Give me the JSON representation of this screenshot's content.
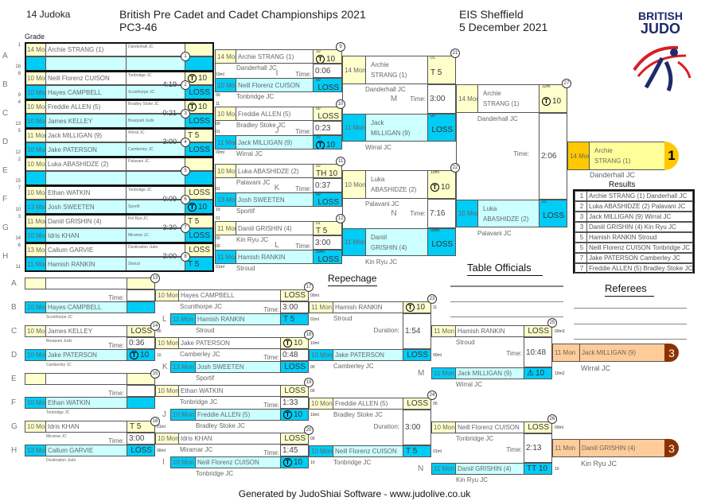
{
  "header": {
    "count": "14 Judoka",
    "title": "British Pre Cadet and Cadet Championships 2021",
    "category": "PC3-46",
    "venue": "EIS Sheffield",
    "date": "5 December 2021",
    "grade_label": "Grade",
    "logo_text": [
      "BRITISH",
      "JUDO"
    ]
  },
  "colors": {
    "yellow": "#ffffcc",
    "cyan": "#00ccf5",
    "light_cyan": "#ccffff",
    "gold": "#ffc800",
    "bronze": "#ffcc99",
    "bronze_cap": "#8b3000"
  },
  "main": {
    "matches": [
      {
        "number": "1",
        "letter": "A",
        "time": "",
        "top": {
          "seed": "1",
          "grade": "14 Mon",
          "name": "Archie STRANG (1)",
          "club": "Danderhall JC",
          "score": "",
          "icon": ""
        },
        "bottom": {
          "seed": "1b",
          "grade": "",
          "name": "",
          "club": "",
          "score": "",
          "icon": ""
        }
      },
      {
        "number": "2",
        "letter": "B",
        "time": "4:19",
        "top": {
          "seed": "8",
          "grade": "10 Mon",
          "name": "Neill Florenz CUISON",
          "club": "Tonbridge JC",
          "score": "10",
          "icon": "ippon"
        },
        "bottom": {
          "seed": "9",
          "grade": "10 Mon",
          "name": "Hayes CAMPBELL",
          "club": "Scunthorpe JC",
          "score": "LOSS",
          "icon": ""
        }
      },
      {
        "number": "3",
        "letter": "C",
        "time": "0:21",
        "top": {
          "seed": "4",
          "grade": "10 Mon",
          "name": "Freddie ALLEN (5)",
          "club": "Bradley Stoke JC",
          "score": "10",
          "icon": "ippon"
        },
        "bottom": {
          "seed": "13",
          "grade": "10 Mon",
          "name": "James KELLEY",
          "club": "Bearpark Judo",
          "score": "LOSS",
          "icon": ""
        }
      },
      {
        "number": "4",
        "letter": "D",
        "time": "3:00",
        "top": {
          "seed": "5",
          "grade": "11 Mon",
          "name": "Jack MILLIGAN (9)",
          "club": "Wirral JC",
          "score": "T 5",
          "icon": ""
        },
        "bottom": {
          "seed": "12",
          "grade": "10 Mon",
          "name": "Jake PATERSON",
          "club": "Camberley JC",
          "score": "LOSS",
          "icon": ""
        }
      },
      {
        "number": "5",
        "letter": "E",
        "time": "",
        "top": {
          "seed": "2",
          "grade": "10 Mon",
          "name": "Luka ABASHIDZE (2)",
          "club": "Palavani JC",
          "score": "",
          "icon": ""
        },
        "bottom": {
          "seed": "15",
          "grade": "",
          "name": "",
          "club": "",
          "score": "",
          "icon": ""
        }
      },
      {
        "number": "6",
        "letter": "F",
        "time": "0:09",
        "top": {
          "seed": "7",
          "grade": "10 Mon",
          "name": "Ethan WATKIN",
          "club": "Tonbridge JC",
          "score": "LOSS",
          "icon": ""
        },
        "bottom": {
          "seed": "10",
          "grade": "13 Mon",
          "name": "Josh SWEETEN",
          "club": "Sportif",
          "score": "10",
          "icon": "ippon"
        }
      },
      {
        "number": "7",
        "letter": "G",
        "time": "3:30",
        "top": {
          "seed": "3",
          "grade": "11 Mon",
          "name": "Daniil GRISHIN (4)",
          "club": "Kin Ryu JC",
          "score": "T 5",
          "icon": ""
        },
        "bottom": {
          "seed": "14",
          "grade": "10 Mon",
          "name": "Idris KHAN",
          "club": "Miramar JC",
          "score": "LOSS",
          "icon": ""
        }
      },
      {
        "number": "8",
        "letter": "H",
        "time": "3:00",
        "top": {
          "seed": "6",
          "grade": "13 Mon",
          "name": "Callum GARVIE",
          "club": "Destination Judo",
          "score": "LOSS",
          "icon": ""
        },
        "bottom": {
          "seed": "11",
          "grade": "11 Mon",
          "name": "Hamish RANKIN",
          "club": "Stroud",
          "score": "T 5",
          "icon": ""
        }
      }
    ]
  },
  "round2": {
    "time_label": "Time:",
    "matches": [
      {
        "number": "9",
        "letter": "I",
        "time": "0:06",
        "top": {
          "grade": "14 Mon",
          "name": "Archie STRANG (1)",
          "club": "Danderhall JC",
          "score": "10",
          "icon": "ippon",
          "code": "10",
          "above": "",
          "below": ""
        },
        "bottom": {
          "grade": "10 Mon",
          "name": "Neill Florenz CUISON",
          "club": "Tonbridge JC",
          "score": "LOSS",
          "icon": "",
          "code": "00",
          "above": "10ml",
          "below": "00"
        }
      },
      {
        "number": "10",
        "letter": "J",
        "time": "0:23",
        "top": {
          "grade": "10 Mon",
          "name": "Freddie ALLEN (5)",
          "club": "Bradley Stoke JC",
          "score": "LOSS",
          "icon": "",
          "code": "00",
          "above": "11",
          "below": "00"
        },
        "bottom": {
          "grade": "11 Mon",
          "name": "Jack MILLIGAN (9)",
          "club": "Wirral JC",
          "score": "10",
          "icon": "ippon",
          "code": "10",
          "above": "01",
          "below": "00ml"
        }
      },
      {
        "number": "11",
        "letter": "K",
        "time": "0:37",
        "top": {
          "grade": "10 Mon",
          "name": "Luka ABASHIDZE (2)",
          "club": "Palavani JC",
          "score": "TH 10",
          "icon": "",
          "code": "10",
          "above": "",
          "below": ""
        },
        "bottom": {
          "grade": "13 Mon",
          "name": "Josh SWEETEN",
          "club": "Sportif",
          "score": "LOSS",
          "icon": "",
          "code": "00",
          "above": "01",
          "below": "10"
        }
      },
      {
        "number": "12",
        "letter": "L",
        "time": "3:00",
        "top": {
          "grade": "11 Mon",
          "name": "Daniil GRISHIN (4)",
          "club": "Kin Ryu JC",
          "score": "T 5",
          "icon": "",
          "code": "01",
          "above": "01",
          "below": "00"
        },
        "bottom": {
          "grade": "11 Mon",
          "name": "Hamish RANKIN",
          "club": "Stroud",
          "score": "LOSS",
          "icon": "",
          "code": "00ml",
          "above": "00",
          "below": "01ml"
        }
      }
    ]
  },
  "semis": {
    "matches": [
      {
        "number": "21",
        "letter": "M",
        "time": "3:00",
        "top": {
          "grade": "14 Mon",
          "first": "Archie",
          "last": "STRANG (1)",
          "club": "Danderhall JC",
          "score": "T 5",
          "icon": "",
          "code": "01"
        },
        "bottom": {
          "grade": "11 Mon",
          "first": "Jack",
          "last": "MILLIGAN (9)",
          "club": "Wirral JC",
          "score": "LOSS",
          "icon": "",
          "code": "00"
        }
      },
      {
        "number": "22",
        "letter": "N",
        "time": "7:16",
        "top": {
          "grade": "10 Mon",
          "first": "Luka",
          "last": "ABASHIDZE (2)",
          "club": "Palavani JC",
          "score": "10",
          "icon": "ippon",
          "code": "10ml"
        },
        "bottom": {
          "grade": "11 Mon",
          "first": "Daniil",
          "last": "GRISHIN (4)",
          "club": "Kin Ryu JC",
          "score": "LOSS",
          "icon": "",
          "code": "00ml"
        }
      }
    ]
  },
  "final": {
    "number": "27",
    "time": "2:06",
    "top": {
      "grade": "14 Mon",
      "first": "Archie",
      "last": "STRANG (1)",
      "club": "Danderhall JC",
      "score": "10",
      "icon": "ippon",
      "code": "11ml"
    },
    "bottom": {
      "grade": "10 Mon",
      "first": "Luka",
      "last": "ABASHIDZE (2)",
      "club": "Palavani JC",
      "score": "LOSS",
      "icon": "",
      "code": "01"
    }
  },
  "winner": {
    "grade": "14 Mon",
    "first": "Archie",
    "last": "STRANG (1)",
    "club": "Danderhall JC",
    "place": "1"
  },
  "results": {
    "title": "Results",
    "rows": [
      {
        "place": "1",
        "text": "Archie STRANG (1) Danderhall JC"
      },
      {
        "place": "2",
        "text": "Luka ABASHIDZE (2) Palavani JC"
      },
      {
        "place": "3",
        "text": "Jack MILLIGAN (9) Wirral JC"
      },
      {
        "place": "3",
        "text": "Daniil GRISHIN (4) Kin Ryu JC"
      },
      {
        "place": "5",
        "text": "Hamish RANKIN Stroud"
      },
      {
        "place": "5",
        "text": "Neill Florenz CUISON Tonbridge JC"
      },
      {
        "place": "7",
        "text": "Jake PATERSON Camberley JC"
      },
      {
        "place": "7",
        "text": "Freddie ALLEN (5) Bradley Stoke JC"
      }
    ]
  },
  "officials": {
    "table_title": "Table Officials",
    "referees_title": "Referees",
    "repechage_title": "Repechage"
  },
  "rep1": {
    "matches": [
      {
        "number": "13",
        "time": "",
        "top": {
          "letter": "A",
          "grade": "",
          "name": "",
          "club": "",
          "score": "",
          "icon": "",
          "code": ""
        },
        "bottom": {
          "letter": "B",
          "grade": "10 Mon",
          "name": "Hayes CAMPBELL",
          "club": "Scunthorpe JC",
          "score": "",
          "icon": "",
          "code": ""
        }
      },
      {
        "number": "14",
        "time": "0:36",
        "top": {
          "letter": "C",
          "grade": "10 Mon",
          "name": "James KELLEY",
          "club": "Bearpark Judo",
          "score": "LOSS",
          "icon": "",
          "code": "00"
        },
        "bottom": {
          "letter": "D",
          "grade": "10 Mon",
          "name": "Jake PATERSON",
          "club": "Camberley JC",
          "score": "10",
          "icon": "ippon",
          "code": "10"
        }
      },
      {
        "number": "15",
        "time": "",
        "top": {
          "letter": "E",
          "grade": "",
          "name": "",
          "club": "",
          "score": "",
          "icon": "",
          "code": ""
        },
        "bottom": {
          "letter": "F",
          "grade": "10 Mon",
          "name": "Ethan WATKIN",
          "club": "Tonbridge JC",
          "score": "",
          "icon": "",
          "code": ""
        }
      },
      {
        "number": "16",
        "time": "3:00",
        "top": {
          "letter": "G",
          "grade": "10 Mon",
          "name": "Idris KHAN",
          "club": "Miramar JC",
          "score": "T 5",
          "icon": "",
          "code": "01ml"
        },
        "bottom": {
          "letter": "H",
          "grade": "13 Mon",
          "name": "Callum GARVIE",
          "club": "Destination Judo",
          "score": "LOSS",
          "icon": "",
          "code": "00ml"
        }
      }
    ]
  },
  "rep2": {
    "matches": [
      {
        "number": "17",
        "letter": "L",
        "time": "3:00",
        "top": {
          "grade": "10 Mon",
          "name": "Hayes CAMPBELL",
          "club": "Scunthorpe JC",
          "score": "LOSS",
          "icon": "",
          "code": "00ml"
        },
        "bottom": {
          "grade": "11 Mon",
          "name": "Hamish RANKIN",
          "club": "Stroud",
          "score": "T 5",
          "icon": "",
          "code": "01ml"
        }
      },
      {
        "number": "18",
        "letter": "K",
        "time": "0:48",
        "top": {
          "grade": "10 Mon",
          "name": "Jake PATERSON",
          "club": "Camberley JC",
          "score": "10",
          "icon": "ippon",
          "code": "10ml"
        },
        "bottom": {
          "grade": "13 Mon",
          "name": "Josh SWEETEN",
          "club": "Sportif",
          "score": "LOSS",
          "icon": "",
          "code": "00"
        }
      },
      {
        "number": "19",
        "letter": "J",
        "time": "1:33",
        "top": {
          "grade": "10 Mon",
          "name": "Ethan WATKIN",
          "club": "Tonbridge JC",
          "score": "LOSS",
          "icon": "",
          "code": "00"
        },
        "bottom": {
          "grade": "10 Mon",
          "name": "Freddie ALLEN (5)",
          "club": "Bradley Stoke JC",
          "score": "10",
          "icon": "ippon",
          "code": "10ml"
        }
      },
      {
        "number": "20",
        "letter": "I",
        "time": "1:45",
        "top": {
          "grade": "10 Mon",
          "name": "Idris KHAN",
          "club": "Miramar JC",
          "score": "LOSS",
          "icon": "",
          "code": "00"
        },
        "bottom": {
          "grade": "10 Mon",
          "name": "Neill Florenz CUISON",
          "club": "Tonbridge JC",
          "score": "10",
          "icon": "ippon",
          "code": "10"
        }
      }
    ]
  },
  "rep3": {
    "duration_label": "Duration:",
    "matches": [
      {
        "number": "23",
        "time": "1:54",
        "top": {
          "grade": "11 Mon",
          "name": "Hamish RANKIN",
          "club": "Stroud",
          "score": "10",
          "icon": "ippon",
          "code": "11"
        },
        "bottom": {
          "grade": "10 Mon",
          "name": "Jake PATERSON",
          "club": "Camberley JC",
          "score": "LOSS",
          "icon": "",
          "code": "00ml"
        }
      },
      {
        "number": "24",
        "time": "3:00",
        "top": {
          "grade": "10 Mon",
          "name": "Freddie ALLEN (5)",
          "club": "Bradley Stoke JC",
          "score": "LOSS",
          "icon": "",
          "code": "00"
        },
        "bottom": {
          "grade": "10 Mon",
          "name": "Neill Florenz CUISON",
          "club": "Tonbridge JC",
          "score": "T 5",
          "icon": "",
          "code": "01ml"
        }
      }
    ]
  },
  "rep4": {
    "matches": [
      {
        "number": "25",
        "letter": "M",
        "time": "10:48",
        "top": {
          "grade": "11 Mon",
          "name": "Hamish RANKIN",
          "club": "Stroud",
          "score": "LOSS",
          "icon": "",
          "code": "00m3"
        },
        "bottom": {
          "grade": "11 Mon",
          "name": "Jack MILLIGAN (9)",
          "club": "Wirral JC",
          "score": "10",
          "icon": "hansoku",
          "code": "10m2"
        }
      },
      {
        "number": "26",
        "letter": "N",
        "time": "2:13",
        "top": {
          "grade": "10 Mon",
          "name": "Neill Florenz CUISON",
          "club": "Tonbridge JC",
          "score": "LOSS",
          "icon": "",
          "code": "00ml"
        },
        "bottom": {
          "grade": "11 Mon",
          "name": "Daniil GRISHIN (4)",
          "club": "Kin Ryu JC",
          "score": "TT 10",
          "icon": "",
          "code": "10"
        }
      }
    ]
  },
  "bronze": [
    {
      "grade": "11 Mon",
      "name": "Jack MILLIGAN (9)",
      "club": "Wirral JC",
      "place": "3"
    },
    {
      "grade": "11 Mon",
      "name": "Daniil GRISHIN (4)",
      "club": "Kin Ryu JC",
      "place": "3"
    }
  ],
  "footer": "Generated by JudoShiai Software - www.judolive.co.uk"
}
